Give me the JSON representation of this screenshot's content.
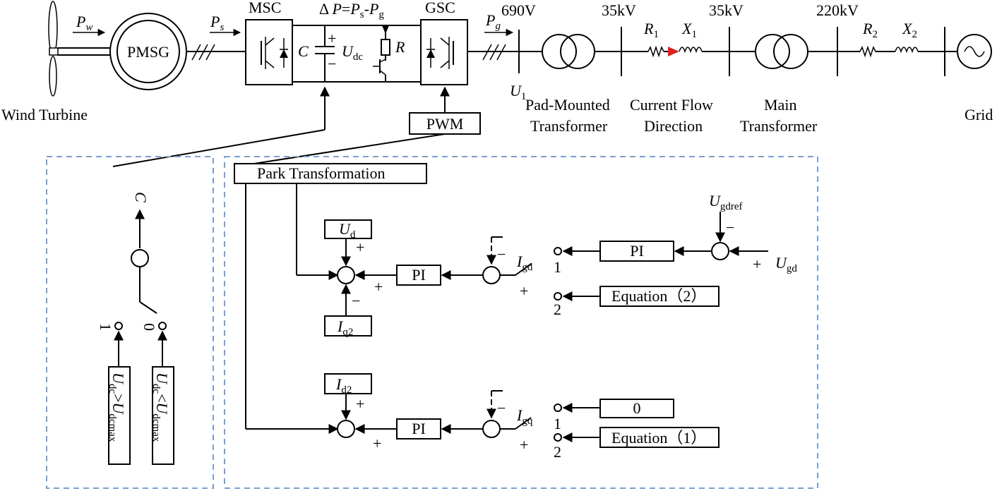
{
  "labels": {
    "wind_turbine": "Wind Turbine",
    "pmsg": "PMSG",
    "msc": "MSC",
    "gsc": "GSC",
    "cap_c": "C",
    "udc": "U",
    "udc_sub": "dc",
    "resistor_r": "R",
    "power_eq_prefix": "Δ",
    "pw": "P",
    "pw_sub": "w",
    "ps": "P",
    "ps_sub": "s",
    "pg": "P",
    "pg_sub": "g",
    "v690": "690V",
    "kv35_a": "35kV",
    "kv35_b": "35kV",
    "kv220": "220kV",
    "u1": "U",
    "u1_sub": "1",
    "r1": "R",
    "r1_sub": "1",
    "x1": "X",
    "x1_sub": "1",
    "r2": "R",
    "r2_sub": "2",
    "x2": "X",
    "x2_sub": "2",
    "pad_mounted_1": "Pad-Mounted",
    "pad_mounted_2": "Transformer",
    "current_flow_1": "Current Flow",
    "current_flow_2": "Direction",
    "main_tr_1": "Main",
    "main_tr_2": "Transformer",
    "grid": "Grid",
    "pwm": "PWM",
    "park": "Park Transformation",
    "ud": "U",
    "ud_sub": "d",
    "iq2": "I",
    "iq2_sub": "q2",
    "id2": "I",
    "id2_sub": "d2",
    "pi": "PI",
    "igd": "I",
    "igd_sub": "gd",
    "igq": "I",
    "igq_sub": "gq",
    "ugdref": "U",
    "ugdref_sub": "gdref",
    "ugd": "U",
    "ugd_sub": "gd",
    "eq2": "Equation（2）",
    "eq1": "Equation（1）",
    "zero": "0",
    "one": "1",
    "two": "2",
    "plus": "+",
    "minus": "−",
    "c_out": "C",
    "sw_1": "1",
    "sw_0": "0",
    "cond_gt_u": "U",
    "cond_gt_sub1": "dc",
    "cond_gt_op": ">",
    "cond_gt_u2": "U",
    "cond_gt_sub2": "dcmax",
    "cond_lt_u": "U",
    "cond_lt_sub1": "dc",
    "cond_lt_op": "<",
    "cond_lt_u2": "U",
    "cond_lt_sub2": "dcmax"
  },
  "colors": {
    "dashed_border": "#7aa0cf",
    "current_arrow": "#e02020"
  }
}
